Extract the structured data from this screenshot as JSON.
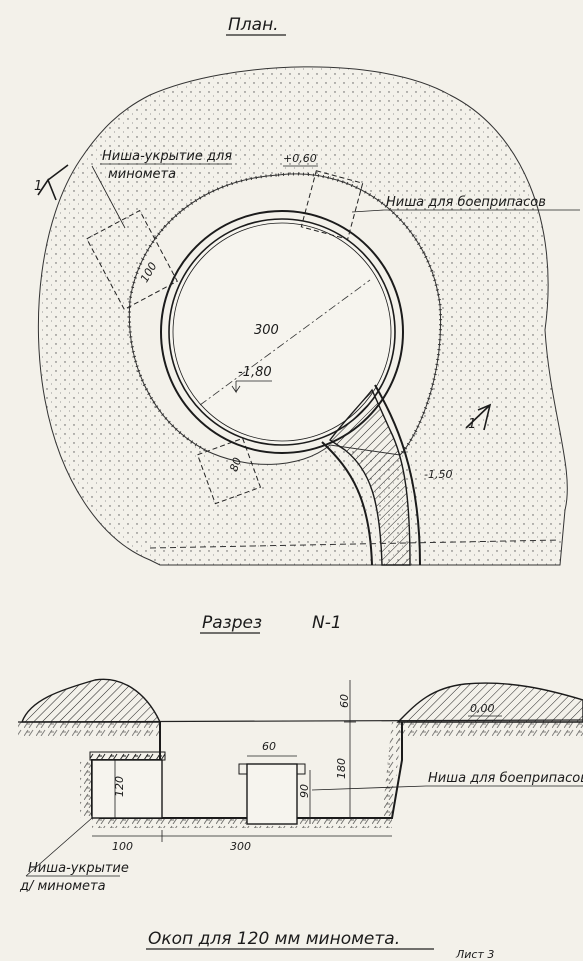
{
  "plan": {
    "title": "План.",
    "labels": {
      "niche_shelter": [
        "Ниша-укрытие для",
        "миномета"
      ],
      "ammo_niche": "Ниша для боеприпасов",
      "elev_top": "+0,60",
      "elev_bottom": "-1,80",
      "elev_ditch": "-1,50",
      "diameter": "300",
      "niche_w": "100",
      "niche_w2": "80",
      "cut_mark_left": "1",
      "cut_mark_right": "1"
    }
  },
  "section": {
    "title": "Разрез",
    "number": "N-1",
    "labels": {
      "top_elev": "0,00",
      "parapet": "60",
      "depth": "180",
      "niche_h": "120",
      "niche_w": "100",
      "pit_w": "300",
      "ammo_w": "60",
      "ammo_h": "90",
      "ammo_niche": "Ниша для боеприпасов",
      "shelter": [
        "Ниша-укрытие",
        "д/ миномета"
      ]
    }
  },
  "caption": "Окоп для 120 мм миномета.",
  "sheet": "Лист 3"
}
